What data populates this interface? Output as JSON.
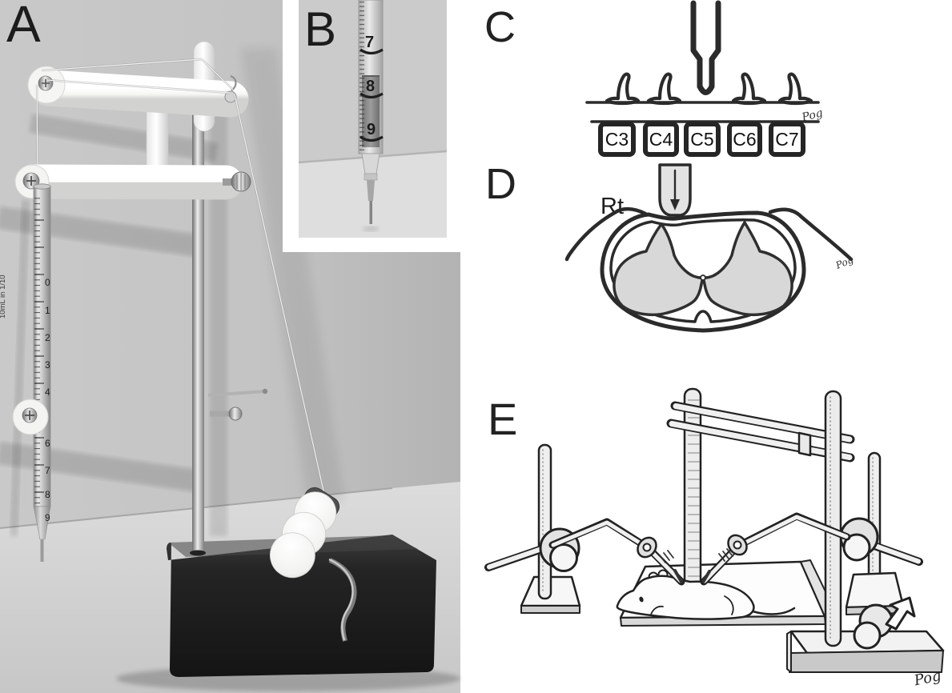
{
  "figure": {
    "description_role": "multi-panel scientific figure",
    "panels": {
      "a": {
        "label": "A",
        "pipette_label": "10mL in 1/10",
        "pipette_numbers": [
          "0",
          "1",
          "2",
          "3",
          "4",
          "6",
          "7",
          "8",
          "9"
        ]
      },
      "b": {
        "label": "B",
        "graduations": [
          "7",
          "8",
          "9"
        ]
      },
      "c": {
        "label": "C",
        "vertebra_labels": [
          "C3",
          "C4",
          "C5",
          "C6",
          "C7"
        ],
        "signature": "Pog"
      },
      "d": {
        "label": "D",
        "side_label": "Rt",
        "signature": "Pog"
      },
      "e": {
        "label": "E",
        "signature": "Pog"
      }
    },
    "colors": {
      "ink": "#2b2b2b",
      "photo_wall": "#c6c6c6",
      "photo_table": "#d6d6d6",
      "base_black": "#1e1e1e",
      "gray_matter": "#d8d8d8",
      "plastic_white": "#f6f6f6"
    }
  }
}
